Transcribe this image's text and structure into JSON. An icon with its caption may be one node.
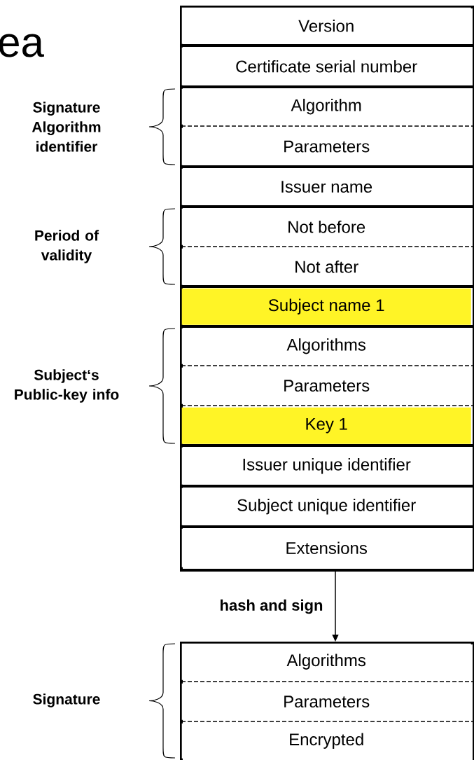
{
  "diagram": {
    "nodes": [
      {
        "text": [],
        "shape": "box"
      },
      {
        "text": [
          "Version"
        ],
        "in": 0
      },
      {
        "text": [
          "Certificate serial number"
        ],
        "in": 0
      },
      {
        "text": [
          "Algorithm"
        ],
        "in": 0
      },
      {
        "text": [
          "Parameters"
        ],
        "in": 0
      },
      {
        "text": [
          "Issuer name"
        ],
        "in": 0
      },
      {
        "text": [
          "Not before"
        ],
        "in": 0
      },
      {
        "text": [
          "Not after"
        ],
        "in": 0
      },
      {
        "text": [
          "Subject name 1"
        ],
        "in": 0
      },
      {
        "text": [
          "Algorithms"
        ],
        "in": 0
      },
      {
        "text": [
          "Parameters"
        ],
        "in": 0
      },
      {
        "text": [
          "Key 1"
        ],
        "in": 0
      },
      {
        "text": [
          "Issuer unique identifier"
        ],
        "in": 0
      },
      {
        "text": [
          "Subject unique identifier"
        ],
        "in": 0
      },
      {
        "text": [
          "Extensions"
        ],
        "in": 0
      },
      {
        "text": [],
        "shape": "box"
      },
      {
        "text": [
          "Algorithms"
        ],
        "in": 15
      },
      {
        "text": [
          "Parameters"
        ],
        "in": 15
      },
      {
        "text": [
          "Encrypted"
        ],
        "in": 15
      }
    ],
    "edges": [
      {
        "from": 0,
        "to": 15,
        "arrow": "to",
        "label": "hash and sign"
      }
    ],
    "labels": [
      "ea",
      "Signature Algorithm identifier",
      "Period of validity",
      "Subject‘s Public-key info",
      "Signature"
    ]
  }
}
